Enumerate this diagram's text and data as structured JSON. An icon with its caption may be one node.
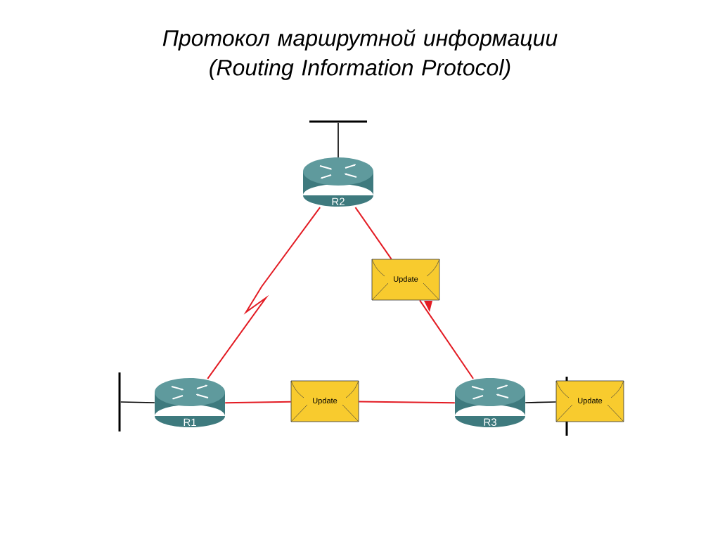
{
  "diagram": {
    "title": "Протокол маршрутной информации (Routing Information Protocol)",
    "nodes": [
      {
        "text": [],
        "shape": "bar"
      },
      {
        "text": [
          "R2"
        ]
      },
      {
        "text": [
          "Update"
        ]
      },
      {
        "text": [],
        "shape": "bar"
      },
      {
        "text": [
          "R1"
        ]
      },
      {
        "text": [
          "Update"
        ]
      },
      {
        "text": [
          "R3"
        ]
      },
      {
        "text": [
          "Update"
        ]
      }
    ],
    "edges": [
      {
        "from": 1,
        "to": 0,
        "arrow": "none",
        "color": "#000000"
      },
      {
        "from": 1,
        "to": 4,
        "arrow": "none"
      },
      {
        "from": 1,
        "to": 2,
        "arrow": "none"
      },
      {
        "from": 2,
        "to": 6,
        "arrow": "none"
      },
      {
        "from": 4,
        "to": 3,
        "arrow": "none",
        "color": "#000000"
      },
      {
        "from": 4,
        "to": 5,
        "arrow": "none"
      },
      {
        "from": 5,
        "to": 6,
        "arrow": "none"
      },
      {
        "from": 6,
        "to": 7,
        "arrow": "none",
        "color": "#000000"
      }
    ]
  }
}
